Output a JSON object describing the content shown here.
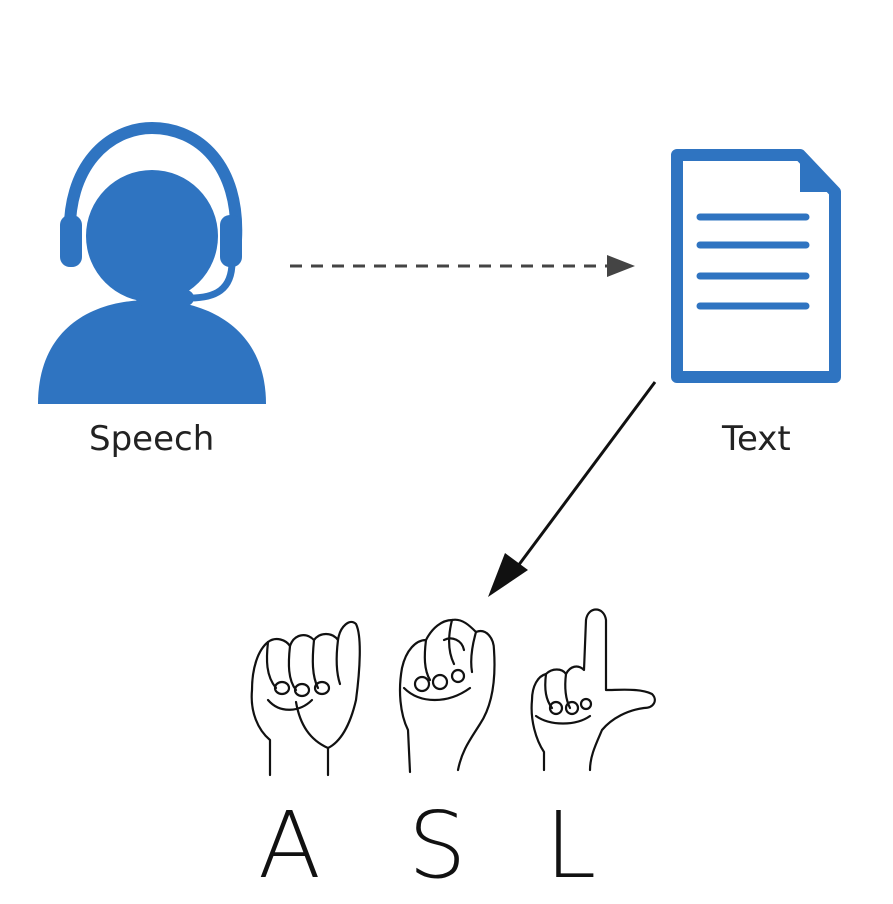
{
  "labels": {
    "speech": "Speech",
    "text": "Text"
  },
  "asl": {
    "letters": [
      "A",
      "S",
      "L"
    ]
  },
  "colors": {
    "icon_blue": "#2F74C1",
    "arrow_gray": "#444444",
    "ink": "#111111"
  },
  "icons": {
    "speaker": "headset-person-icon",
    "document": "document-icon",
    "hands": [
      "asl-hand-a-icon",
      "asl-hand-s-icon",
      "asl-hand-l-icon"
    ]
  }
}
